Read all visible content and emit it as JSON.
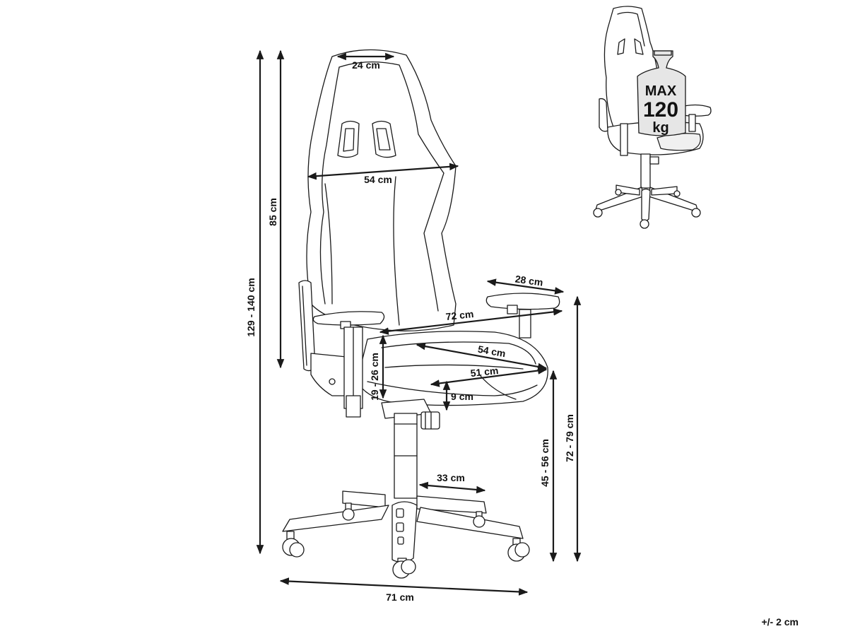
{
  "dimensions": {
    "headrest_width": "24 cm",
    "backrest_width": "54 cm",
    "backrest_height": "85 cm",
    "total_height": "129 - 140 cm",
    "armrest_length": "28 cm",
    "width_between_armrests": "72 cm",
    "seat_depth_diagonal": "54 cm",
    "seat_width": "51 cm",
    "armrest_height_above_seat": "19 - 26 cm",
    "seat_thickness": "9 cm",
    "seat_height": "45 - 56 cm",
    "armrest_height": "72 - 79 cm",
    "base_radius": "33 cm",
    "base_width": "71 cm"
  },
  "max_load": {
    "line1": "MAX",
    "line2": "120",
    "line3": "kg"
  },
  "tolerance": "+/- 2 cm",
  "icons": [
    "office-chair-drawing",
    "weight-icon",
    "chair-thumbnail"
  ]
}
